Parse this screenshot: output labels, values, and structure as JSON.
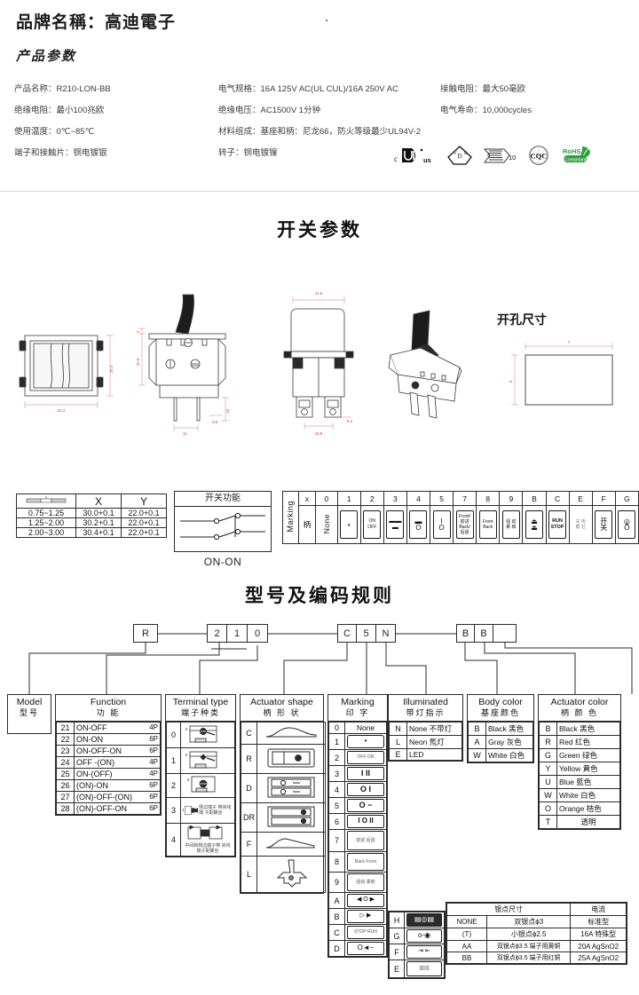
{
  "header": {
    "brand_label": "品牌名稱：高迪電子",
    "params_heading": "产品参数",
    "specs": [
      {
        "c1": "产品名称：R210-LON-BB",
        "c2": "电气规格：16A  125V  AC(UL CUL)/16A 250V  AC",
        "c3": "接触电阻：最大50毫欧"
      },
      {
        "c1": "绝缘电阻：最小100兆欧",
        "c2": "绝缘电压：AC1500V 1分钟",
        "c3": "电气寿命：10,000cycles"
      },
      {
        "c1": "使用温度：0℃~85℃",
        "c2": "材料组成：基座和柄：尼龙66，防火等级最少UL94V-2",
        "c3": ""
      },
      {
        "c1": "端子和接触片：铜电镀银",
        "c2": "转子：铜电镀镍",
        "c3": ""
      }
    ],
    "certifications": [
      "cULus-icon",
      "vde-icon",
      "ccc-10-icon",
      "cqc-icon",
      "rohs-compliant-icon"
    ]
  },
  "switch_section": {
    "title": "开关参数",
    "cutout_title": "开孔尺寸",
    "dimensions": {
      "front_width": "32.3",
      "front_height": "25.3",
      "side_height": "20.9",
      "side_top": "2",
      "side_pin_len": "10",
      "side_pin_gap": "11",
      "side_pin_thick": "0.8",
      "back_width": "21.9",
      "back_pitch": "10.8",
      "back_pin": "6.3",
      "cutout_x": "X",
      "cutout_y": "Y"
    }
  },
  "panel_table": {
    "headers": [
      "panel-thickness-icon",
      "X",
      "Y"
    ],
    "rows": [
      [
        "0.75~1.25",
        "30.0+0.1",
        "22.0+0.1"
      ],
      [
        "1.25~2.00",
        "30.2+0.1",
        "22.0+0.1"
      ],
      [
        "2.00~3.00",
        "30.4+0.1",
        "22.0+0.1"
      ]
    ]
  },
  "function_diagram": {
    "header": "开关功能",
    "caption": "ON-ON"
  },
  "marking_strip": {
    "row_label": "Marking",
    "handle_label": "柄",
    "columns": [
      {
        "code": "x",
        "symbol_type": "text",
        "lines": [
          "柄"
        ]
      },
      {
        "code": "0",
        "symbol_type": "vtext",
        "lines": [
          "None"
        ]
      },
      {
        "code": "1",
        "symbol_type": "chip",
        "lines": [
          "•"
        ]
      },
      {
        "code": "2",
        "symbol_type": "chip",
        "lines": [
          "ON",
          "OFF"
        ]
      },
      {
        "code": "3",
        "symbol_type": "chip",
        "lines": [
          "▬▬",
          "▬"
        ]
      },
      {
        "code": "4",
        "symbol_type": "chip",
        "lines": [
          "▬",
          "O"
        ]
      },
      {
        "code": "5",
        "symbol_type": "chip",
        "lines": [
          "I",
          "O"
        ]
      },
      {
        "code": "7",
        "symbol_type": "chip",
        "lines": [
          "Front/ 前进",
          "Back/ 后退"
        ]
      },
      {
        "code": "8",
        "symbol_type": "chip",
        "lines": [
          "Front",
          "Back"
        ]
      },
      {
        "code": "9",
        "symbol_type": "chip",
        "lines": [
          "强 动",
          "柔 和"
        ]
      },
      {
        "code": "B",
        "symbol_type": "chip",
        "lines": [
          "⏏",
          "⏏"
        ]
      },
      {
        "code": "C",
        "symbol_type": "chip",
        "lines": [
          "RUN",
          "STOP"
        ]
      },
      {
        "code": "E",
        "symbol_type": "chip",
        "lines": [
          "充 电",
          "蓄 牡"
        ]
      },
      {
        "code": "F",
        "symbol_type": "chip",
        "lines": [
          "开",
          "关"
        ]
      },
      {
        "code": "G",
        "symbol_type": "chip",
        "lines": [
          "◎",
          "Ô"
        ]
      }
    ]
  },
  "coding": {
    "title": "型号及编码规则",
    "code_boxes": [
      "R",
      "2",
      "1",
      "0",
      "C",
      "5",
      "N",
      "B",
      "B",
      ""
    ],
    "columns": {
      "model": {
        "en": "Model",
        "cn": "型号",
        "rows": []
      },
      "function": {
        "en": "Function",
        "cn": "功  能",
        "rows": [
          {
            "k": "21",
            "label": "ON-OFF",
            "poles": "4P"
          },
          {
            "k": "22",
            "label": "ON-ON",
            "poles": "6P"
          },
          {
            "k": "23",
            "label": "ON-OFF-ON",
            "poles": "6P"
          },
          {
            "k": "24",
            "label": "OFF -(ON)",
            "poles": "4P"
          },
          {
            "k": "25",
            "label": "ON-(OFF)",
            "poles": "4P"
          },
          {
            "k": "26",
            "label": "(ON)-ON",
            "poles": "6P"
          },
          {
            "k": "27",
            "label": "(ON)-OFF-(ON)",
            "poles": "6P"
          },
          {
            "k": "28",
            "label": "(ON)-OFF-ON",
            "poles": "6P"
          }
        ]
      },
      "terminal": {
        "en": "Terminal type",
        "cn": "端子种类",
        "rows": [
          {
            "k": "0",
            "note": ""
          },
          {
            "k": "1",
            "note": ""
          },
          {
            "k": "2",
            "note": ""
          },
          {
            "k": "3",
            "note": "侧边端子 带夹线端 子配螺丝"
          },
          {
            "k": "4",
            "note": "中间和侧边端子带 夹线端子配螺丝"
          }
        ]
      },
      "actuator_shape": {
        "en": "Actuator shape",
        "cn": "柄 形 状",
        "rows": [
          {
            "k": "C",
            "shape": "curved-rocker-icon"
          },
          {
            "k": "R",
            "shape": "rectangular-rocker-icon"
          },
          {
            "k": "D",
            "shape": "double-rocker-icon"
          },
          {
            "k": "DR",
            "shape": "double-round-rocker-icon"
          },
          {
            "k": "F",
            "shape": "flat-rocker-icon"
          },
          {
            "k": "L",
            "shape": "lever-toggle-icon"
          }
        ]
      },
      "marking": {
        "en": "Marking",
        "cn": "印  字",
        "rows": [
          {
            "k": "0",
            "sym": "None"
          },
          {
            "k": "1",
            "sym": "•"
          },
          {
            "k": "2",
            "sym": "OFF  ON"
          },
          {
            "k": "3",
            "sym": "I  II"
          },
          {
            "k": "4",
            "sym": "O  I"
          },
          {
            "k": "5",
            "sym": "O  −"
          },
          {
            "k": "6",
            "sym": "I O II"
          },
          {
            "k": "7",
            "sym": "前进 后退"
          },
          {
            "k": "8",
            "sym": "Back Front"
          },
          {
            "k": "9",
            "sym": "强动 柔和"
          },
          {
            "k": "A",
            "sym": "◀ O ▶"
          },
          {
            "k": "B",
            "sym": "▷ ▶"
          },
          {
            "k": "C",
            "sym": "STOP RUN"
          },
          {
            "k": "D",
            "sym": "O◄−"
          }
        ],
        "rows2": [
          {
            "k": "H",
            "sym": "▤◎▤"
          },
          {
            "k": "G",
            "sym": "o-◉"
          },
          {
            "k": "F",
            "sym": "⇥  ⇤"
          },
          {
            "k": "E",
            "sym": "▥▥"
          }
        ]
      },
      "illuminated": {
        "en": "Illuminated",
        "cn": "带灯指示",
        "rows": [
          {
            "k": "N",
            "label": "None 不带灯"
          },
          {
            "k": "L",
            "label": "Neon 氖灯"
          },
          {
            "k": "E",
            "label": "LED"
          }
        ]
      },
      "body_color": {
        "en": "Body color",
        "cn": "基座颜色",
        "rows": [
          {
            "k": "B",
            "label": "Black 黑色"
          },
          {
            "k": "A",
            "label": "Gray 灰色"
          },
          {
            "k": "W",
            "label": "White 白色"
          }
        ]
      },
      "actuator_color": {
        "en": "Actuator color",
        "cn": "柄  颜  色",
        "rows": [
          {
            "k": "B",
            "label": "Black 黑色"
          },
          {
            "k": "R",
            "label": "Red   红色"
          },
          {
            "k": "G",
            "label": "Green 绿色"
          },
          {
            "k": "Y",
            "label": "Yellow 黄色"
          },
          {
            "k": "U",
            "label": "Blue  藍色"
          },
          {
            "k": "W",
            "label": "White 白色"
          },
          {
            "k": "O",
            "label": "Orange 桔色"
          },
          {
            "k": "T",
            "label": "透明"
          }
        ]
      }
    }
  },
  "silver_table": {
    "headers": [
      "银点尺寸",
      "电流"
    ],
    "rows": [
      {
        "k": "NONE",
        "spec": "双银点ϕ3",
        "current": "标准型"
      },
      {
        "k": "(T)",
        "spec": "小银点ϕ2.5",
        "current": "16A 特殊型"
      },
      {
        "k": "AA",
        "spec": "双银点ϕ3.5 端子用黄铜",
        "current": "20A  AgSnO2"
      },
      {
        "k": "BB",
        "spec": "双银点ϕ3.5 端子用红铜",
        "current": "25A  AgSnO2"
      }
    ]
  },
  "colors": {
    "ink": "#231f20",
    "dimension_red": "#c0392b",
    "rohs_green": "#2e9e3e",
    "line": "#2b2b2b"
  }
}
